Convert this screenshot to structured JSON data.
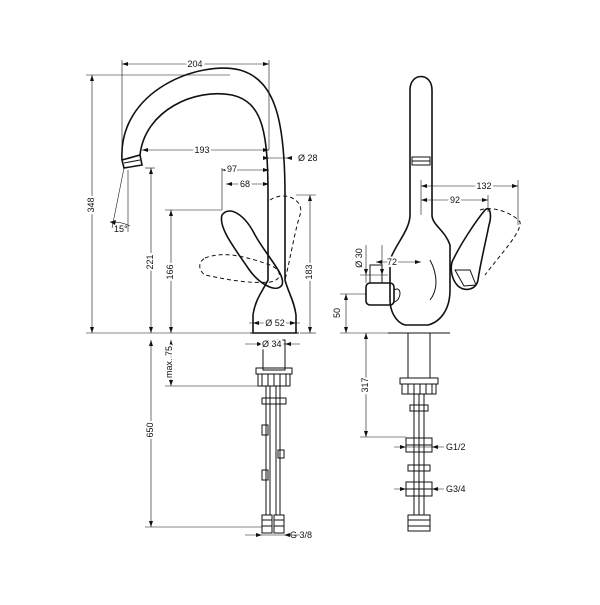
{
  "left_view": {
    "dim_204": "204",
    "dim_193": "193",
    "dim_97": "97",
    "dim_68": "68",
    "dim_dia28": "Ø 28",
    "dim_348": "348",
    "dim_15deg": "15°",
    "dim_221": "221",
    "dim_166": "166",
    "dim_183": "183",
    "dim_dia52": "Ø 52",
    "dim_dia34": "Ø 34",
    "dim_max75": "max. 75",
    "dim_650": "650",
    "dim_g38": "G 3/8"
  },
  "right_view": {
    "dim_132": "132",
    "dim_92": "92",
    "dim_dia30": "Ø 30",
    "dim_72": "72",
    "dim_50": "50",
    "dim_317": "317",
    "dim_g12": "G1/2",
    "dim_g34": "G3/4"
  }
}
